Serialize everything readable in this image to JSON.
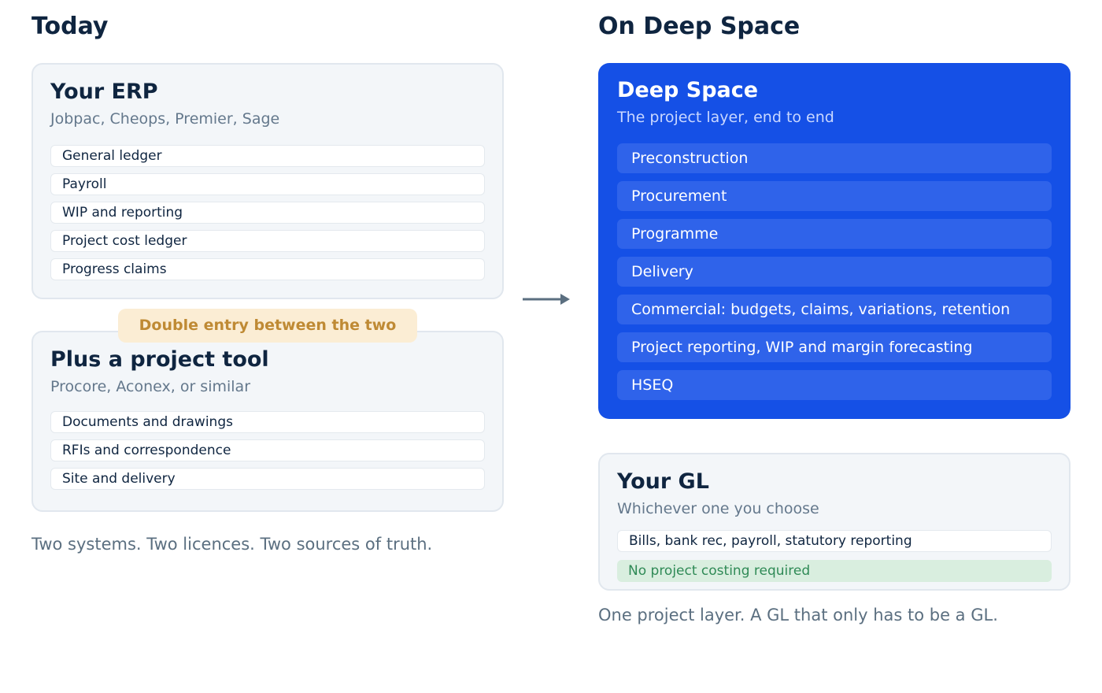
{
  "left": {
    "title": "Today",
    "erp": {
      "title": "Your ERP",
      "subtitle": "Jobpac, Cheops, Premier, Sage",
      "items": [
        "General ledger",
        "Payroll",
        "WIP and reporting",
        "Project cost ledger",
        "Progress claims"
      ]
    },
    "double_entry": "Double entry between the two",
    "project_tool": {
      "title": "Plus a project tool",
      "subtitle": "Procore, Aconex, or similar",
      "items": [
        "Documents and drawings",
        "RFIs and correspondence",
        "Site and delivery"
      ]
    },
    "caption": "Two systems. Two licences. Two sources of truth."
  },
  "arrow_icon": "arrow-right",
  "right": {
    "title": "On Deep Space",
    "deep_space": {
      "title": "Deep Space",
      "subtitle": "The project layer, end to end",
      "items": [
        "Preconstruction",
        "Procurement",
        "Programme",
        "Delivery",
        "Commercial: budgets, claims, variations, retention",
        "Project reporting, WIP and margin forecasting",
        "HSEQ"
      ]
    },
    "gl": {
      "title": "Your GL",
      "subtitle": "Whichever one you choose",
      "item": "Bills, bank rec, payroll, statutory reporting",
      "note": "No project costing required"
    },
    "caption": "One project layer. A GL that only has to be a GL."
  },
  "colors": {
    "navy": "#0f2540",
    "brand_blue": "#1550e6",
    "card_bg": "#f3f6f9",
    "badge_bg": "#fbedd4",
    "badge_text": "#bf8a34",
    "ok_bg": "#d9eedf",
    "ok_text": "#2f8a56"
  }
}
